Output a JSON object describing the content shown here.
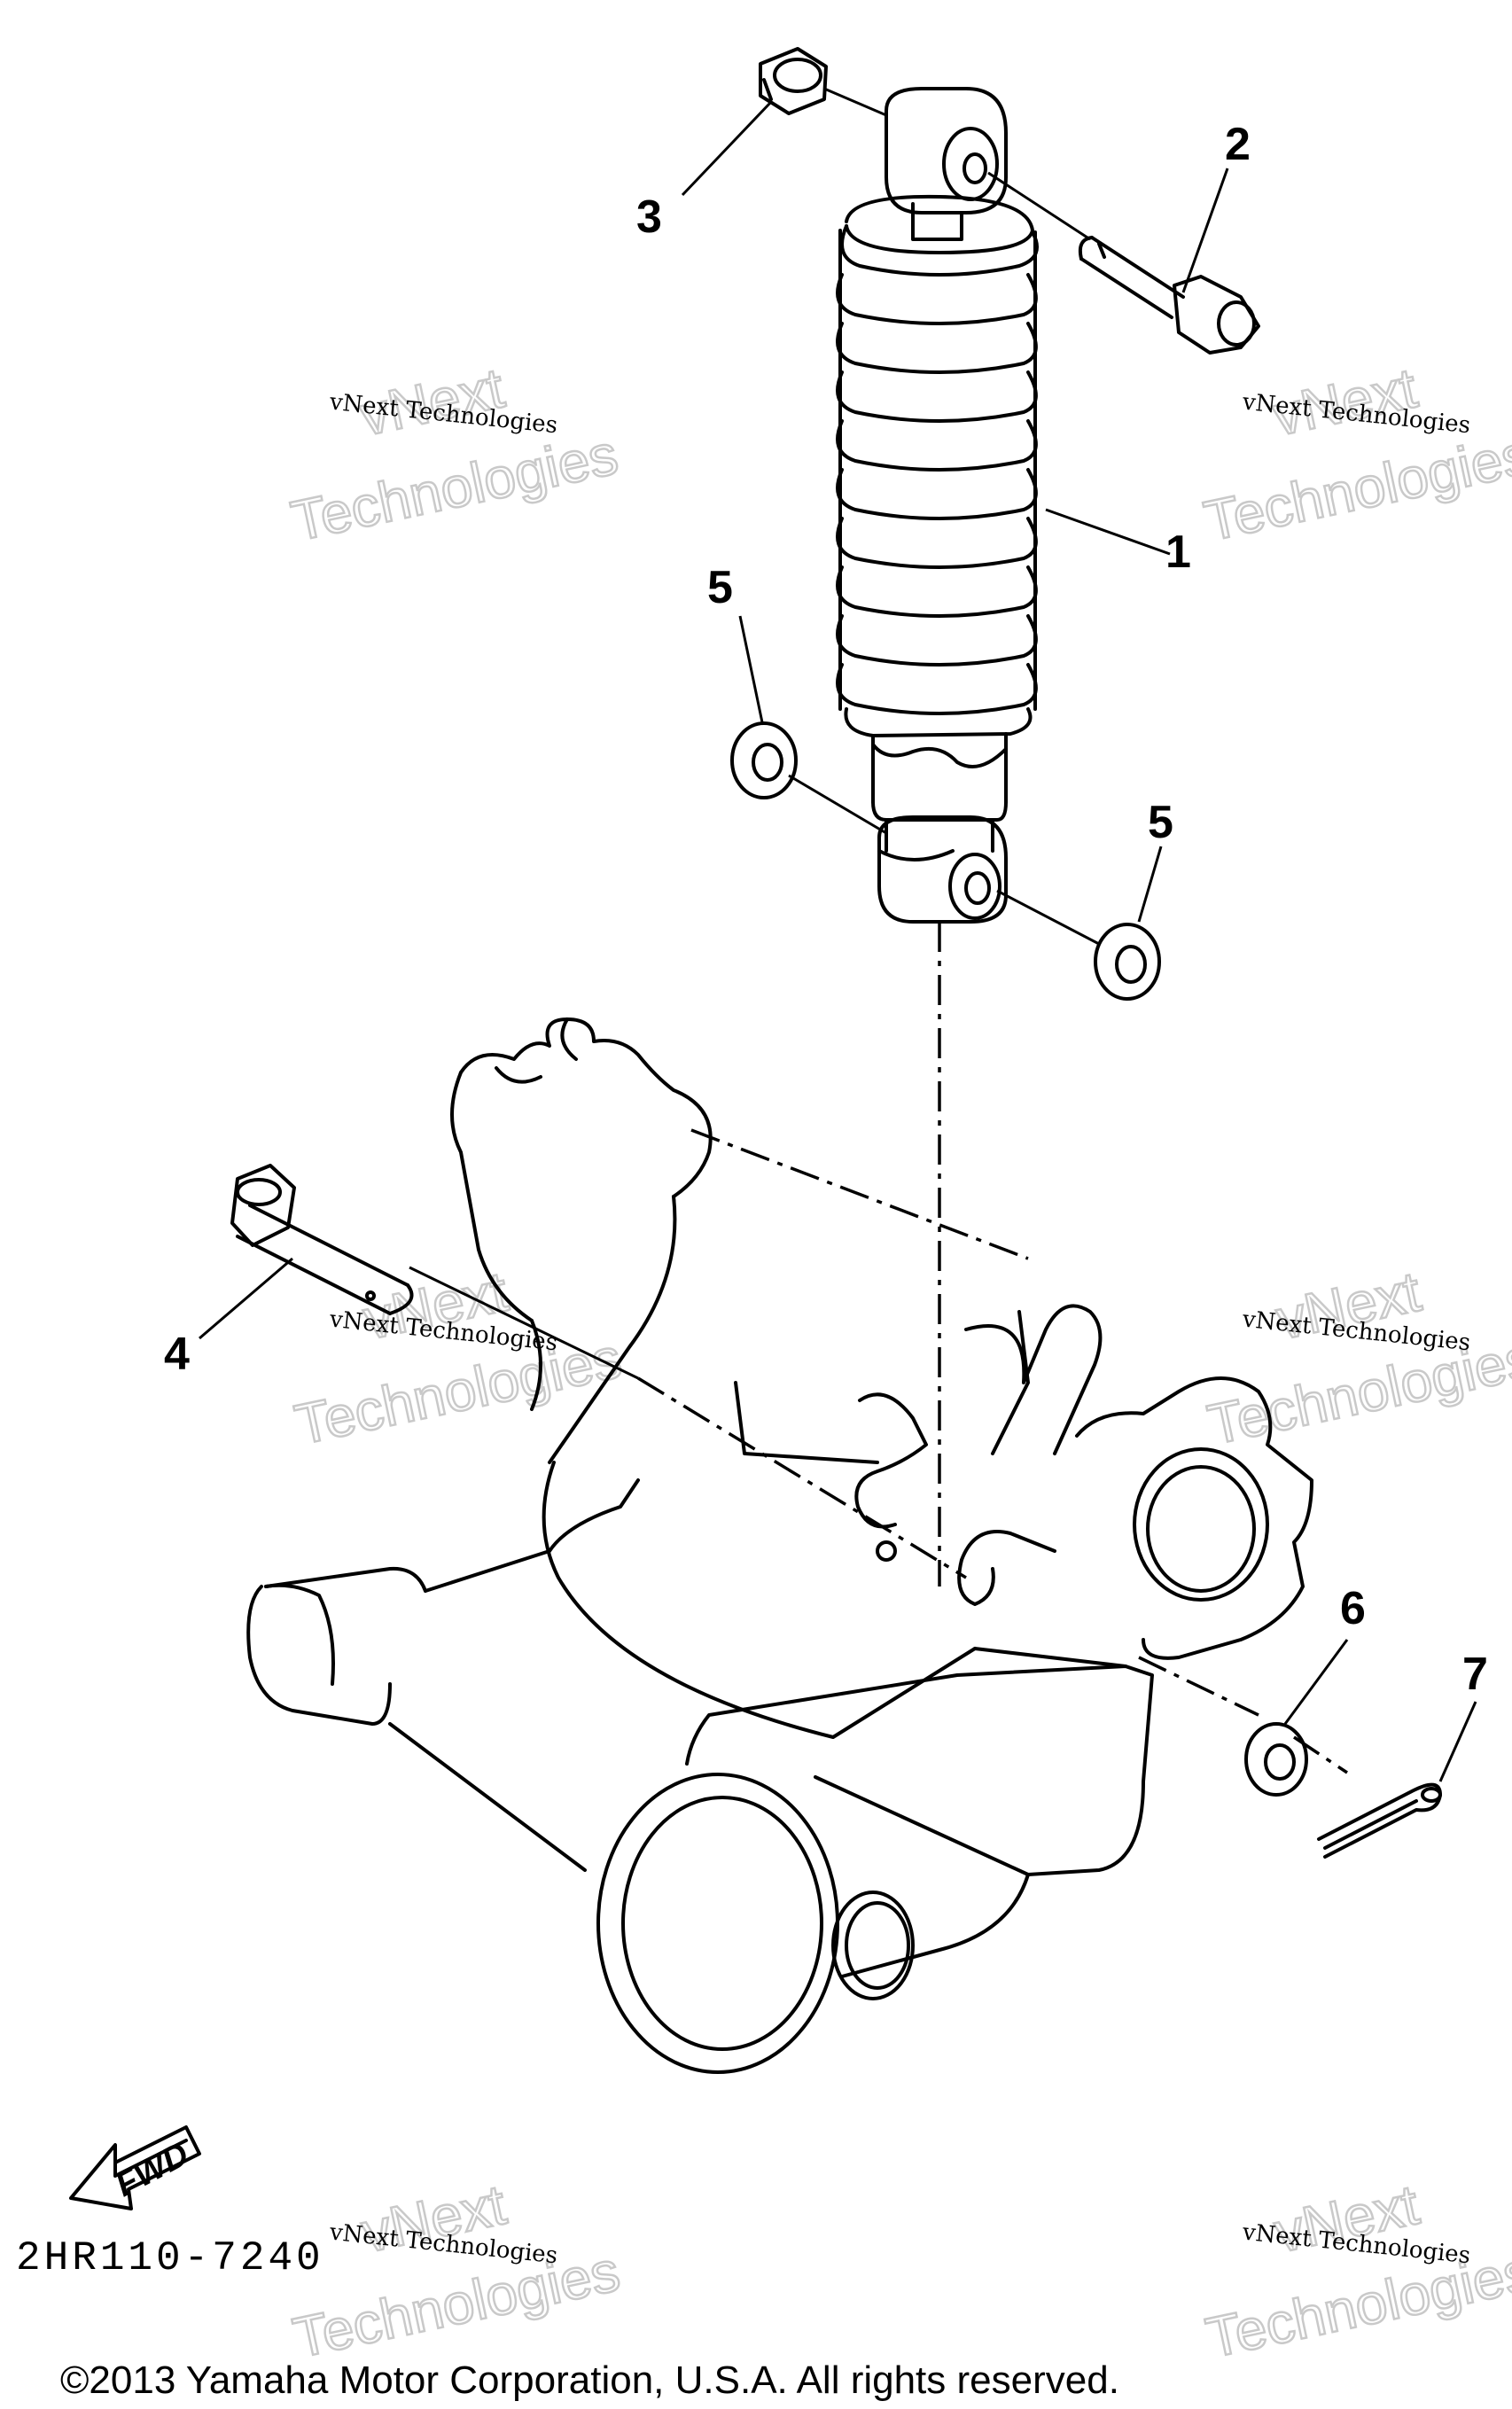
{
  "callouts": {
    "c1": "1",
    "c2": "2",
    "c3": "3",
    "c4": "4",
    "c5a": "5",
    "c5b": "5",
    "c6": "6",
    "c7": "7"
  },
  "watermark": {
    "line_small": "vNext Technologies",
    "word_top": "vNext",
    "word_bottom": "Technologies"
  },
  "fwd_label": "FWD",
  "diagram_code": "2HR110-7240",
  "copyright": "©2013 Yamaha Motor Corporation, U.S.A. All rights reserved."
}
